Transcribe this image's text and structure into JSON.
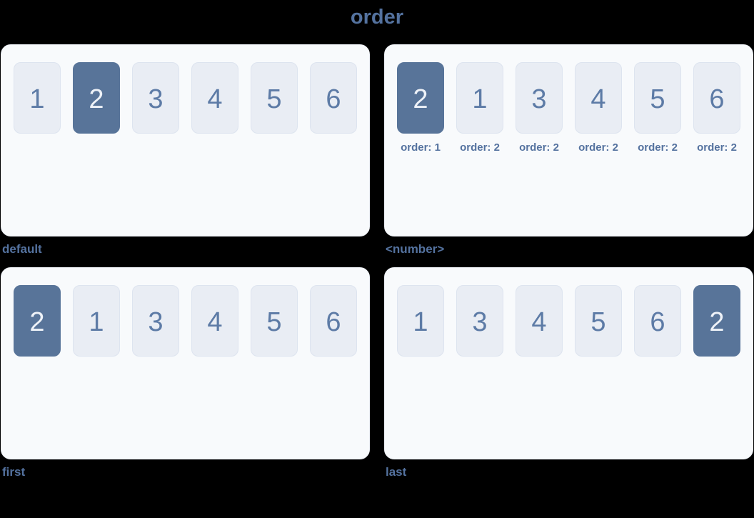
{
  "title": "order",
  "colors": {
    "background": "#000000",
    "accent_text": "#54729f",
    "panel_bg": "#f8fafc",
    "panel_border": "#eceff5",
    "card_bg": "#e9edf4",
    "card_border": "#dde4ef",
    "card_text": "#5d7ba6",
    "highlight_bg": "#587499",
    "highlight_text": "#eef2f8"
  },
  "panels": [
    {
      "label": "default",
      "items": [
        {
          "value": "1"
        },
        {
          "value": "2",
          "highlighted": true
        },
        {
          "value": "3"
        },
        {
          "value": "4"
        },
        {
          "value": "5"
        },
        {
          "value": "6"
        }
      ]
    },
    {
      "label": "<number>",
      "items": [
        {
          "value": "2",
          "highlighted": true,
          "sublabel": "order: 1"
        },
        {
          "value": "1",
          "sublabel": "order: 2"
        },
        {
          "value": "3",
          "sublabel": "order: 2"
        },
        {
          "value": "4",
          "sublabel": "order: 2"
        },
        {
          "value": "5",
          "sublabel": "order: 2"
        },
        {
          "value": "6",
          "sublabel": "order: 2"
        }
      ]
    },
    {
      "label": "first",
      "items": [
        {
          "value": "2",
          "highlighted": true
        },
        {
          "value": "1"
        },
        {
          "value": "3"
        },
        {
          "value": "4"
        },
        {
          "value": "5"
        },
        {
          "value": "6"
        }
      ]
    },
    {
      "label": "last",
      "items": [
        {
          "value": "1"
        },
        {
          "value": "3"
        },
        {
          "value": "4"
        },
        {
          "value": "5"
        },
        {
          "value": "6"
        },
        {
          "value": "2",
          "highlighted": true
        }
      ]
    }
  ]
}
